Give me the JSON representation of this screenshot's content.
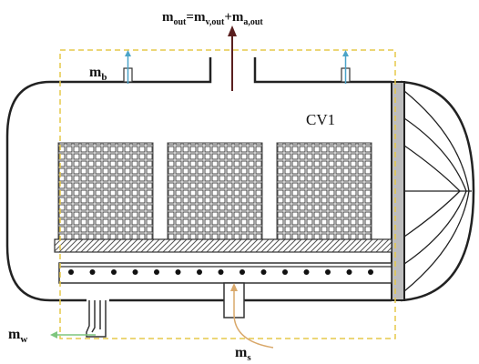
{
  "labels": {
    "outlet_equation": "m_out=m_v,out+m_a,out",
    "outlet_main": "m",
    "outlet_sub": "out",
    "equals": "=",
    "vapor_main": "m",
    "vapor_sub": "v,out",
    "plus": "+",
    "air_main": "m",
    "air_sub": "a,out",
    "bleed_main": "m",
    "bleed_sub": "b",
    "control_volume": "CV1",
    "water_main": "m",
    "water_sub": "w",
    "steam_main": "m",
    "steam_sub": "s"
  },
  "colors": {
    "vessel_stroke": "#222222",
    "grid": "#444444",
    "control_volume_dash": "#e6c84a",
    "outlet_arrow": "#5a1f1f",
    "bleed_arrow": "#4aa3c8",
    "water_arrow": "#7ec67e",
    "steam_arrow": "#d9a86a",
    "tube_dots": "#111111"
  }
}
